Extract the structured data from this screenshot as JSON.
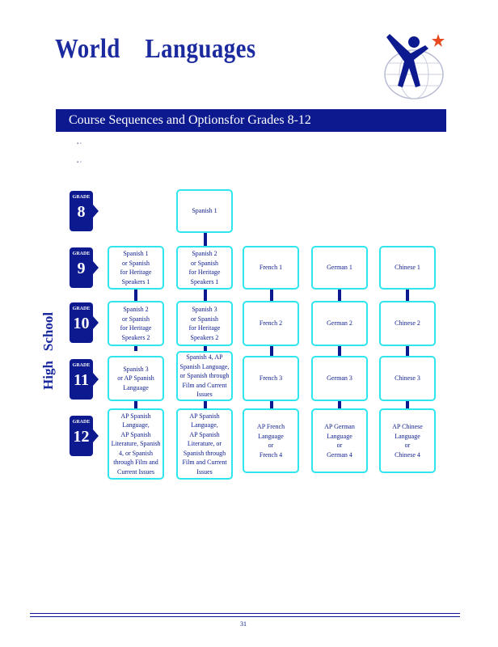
{
  "header": {
    "title_word1": "World",
    "title_word2": "Languages"
  },
  "banner": {
    "text": "Course Sequences and Optionsfor Grades 8-12"
  },
  "side_label": {
    "word1": "High",
    "word2": "School"
  },
  "grades": [
    {
      "label": "GRADE",
      "number": "8"
    },
    {
      "label": "GRADE",
      "number": "9"
    },
    {
      "label": "GRADE",
      "number": "10"
    },
    {
      "label": "GRADE",
      "number": "11"
    },
    {
      "label": "GRADE",
      "number": "12"
    }
  ],
  "courses": {
    "spanish_heritage": [
      "Spanish 1\nor Spanish\nfor Heritage\nSpeakers 1",
      "Spanish 2\nor Spanish\nfor Heritage\nSpeakers 2",
      "Spanish 3\nor AP Spanish\nLanguage",
      "AP Spanish\nLanguage,\nAP Spanish\nLiterature, Spanish\n4, or Spanish\nthrough Film and\nCurrent Issues"
    ],
    "spanish": [
      "Spanish 1",
      "Spanish 2\nor Spanish\nfor Heritage\nSpeakers 1",
      "Spanish 3\nor Spanish\nfor Heritage\nSpeakers 2",
      "Spanish 4, AP\nSpanish Language,\nor Spanish through\nFilm and Current\nIssues",
      "AP Spanish\nLanguage,\nAP Spanish\nLiterature, or\nSpanish through\nFilm and Current\nIssues"
    ],
    "french": [
      "French 1",
      "French 2",
      "French 3",
      "AP French\nLanguage\nor\nFrench 4"
    ],
    "german": [
      "German 1",
      "German 2",
      "German 3",
      "AP German\nLanguage\nor\nGerman 4"
    ],
    "chinese": [
      "Chinese 1",
      "Chinese 2",
      "Chinese 3",
      "AP Chinese\nLanguage\nor\nChinese 4"
    ]
  },
  "footer": {
    "page_number": "31"
  },
  "colors": {
    "navy": "#0d1a8f",
    "box_border": "#2fe6ee",
    "text": "#0a1a8c"
  }
}
